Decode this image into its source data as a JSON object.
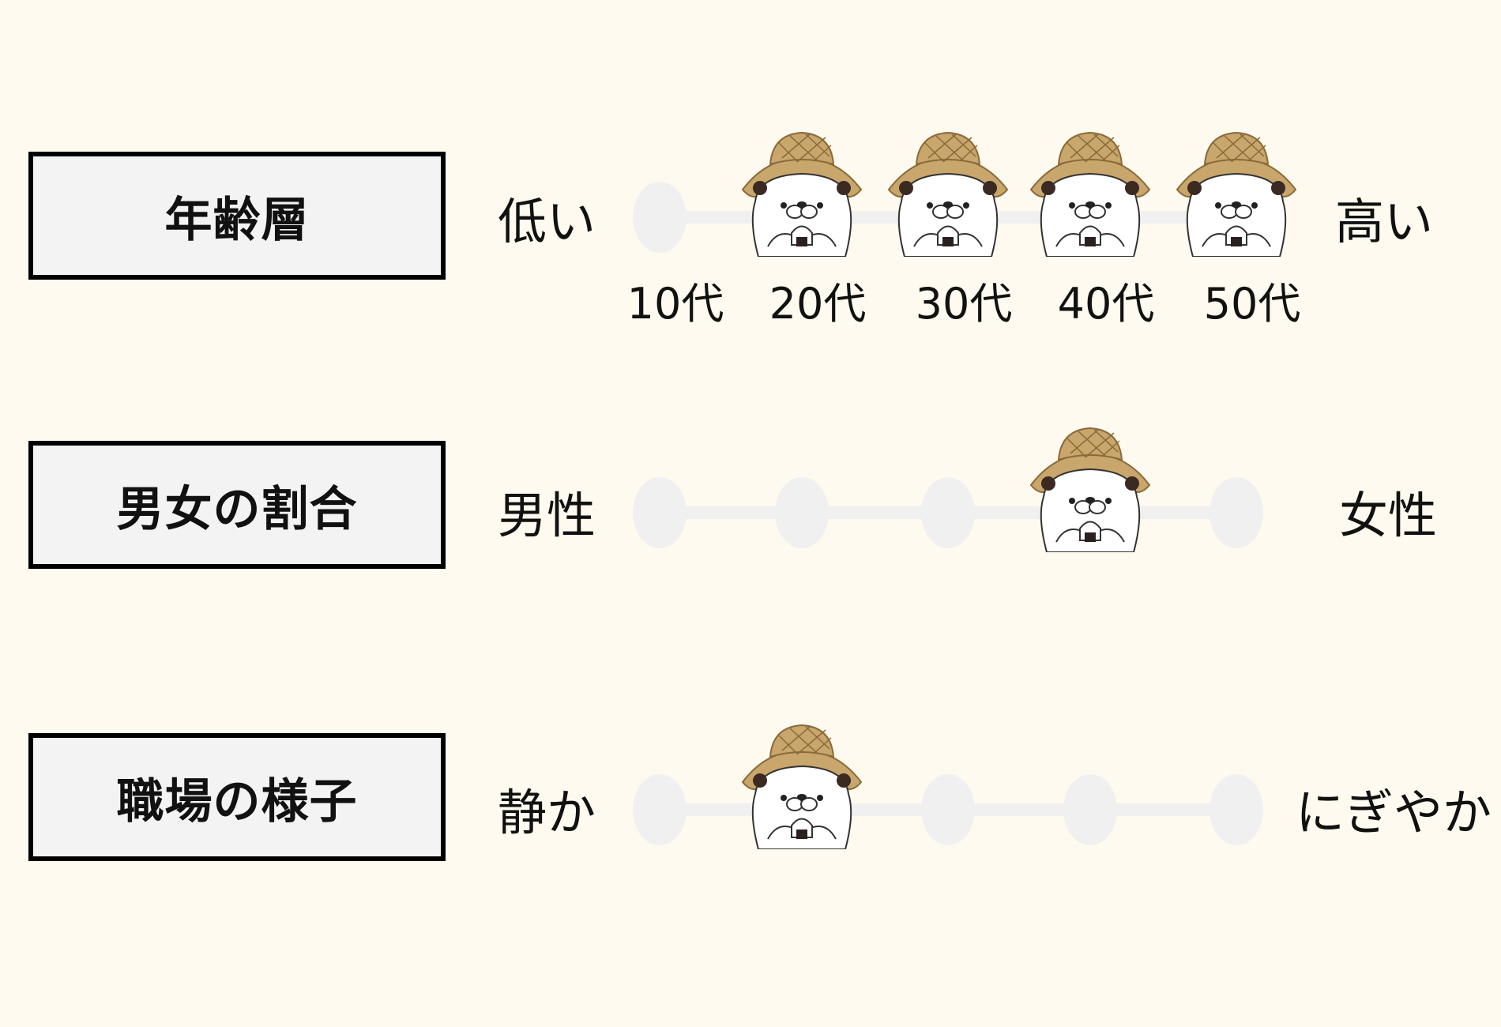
{
  "rows": [
    {
      "id": "age",
      "title": "年齢層",
      "left_label": "低い",
      "right_label": "高い",
      "ticks": [
        "10代",
        "20代",
        "30代",
        "40代",
        "50代"
      ],
      "selected": [
        1,
        2,
        3,
        4
      ]
    },
    {
      "id": "gender",
      "title": "男女の割合",
      "left_label": "男性",
      "right_label": "女性",
      "ticks": [],
      "selected": [
        3
      ]
    },
    {
      "id": "workplace",
      "title": "職場の様子",
      "left_label": "静か",
      "right_label": "にぎやか",
      "ticks": [],
      "selected": [
        1
      ]
    }
  ],
  "colors": {
    "background": "#fefaef",
    "track": "#f0f0f0",
    "box_fill": "#f3f3f3",
    "hat": "#c9a66b",
    "hat_dark": "#8a6a3a"
  },
  "icons": {
    "marker": "otter-mascot-icon"
  }
}
